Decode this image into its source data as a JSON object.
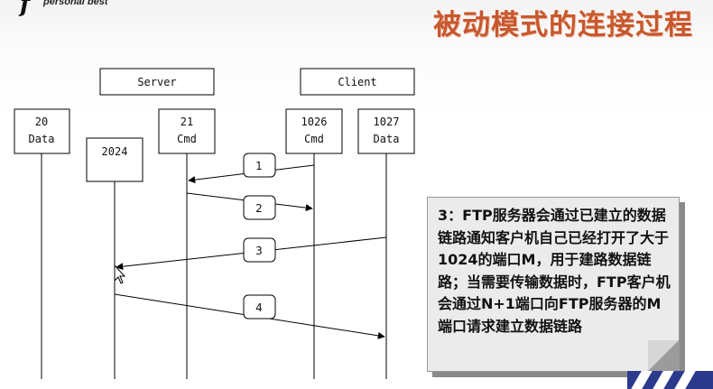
{
  "header": {
    "logo_mark": "f",
    "tagline": "personal best",
    "title": "被动模式的连接过程"
  },
  "diagram": {
    "groups": [
      "Server",
      "Client"
    ],
    "ports": [
      {
        "number": "20",
        "role": "Data"
      },
      {
        "number": "2024",
        "role": ""
      },
      {
        "number": "21",
        "role": "Cmd"
      },
      {
        "number": "1026",
        "role": "Cmd"
      },
      {
        "number": "1027",
        "role": "Data"
      }
    ],
    "messages": [
      "1",
      "2",
      "3",
      "4"
    ]
  },
  "note": {
    "text": "3：FTP服务器会通过已建立的数据链路通知客户机自己已经打开了大于1024的端口M，用于建路数据链路；当需要传输数据时，FTP客户机会通过N+1端口向FTP服务器的M端口请求建立数据链路"
  },
  "colors": {
    "title": "#c8582d",
    "note_background": "#ebebeb",
    "corner_logo": "#2b3a8c"
  }
}
